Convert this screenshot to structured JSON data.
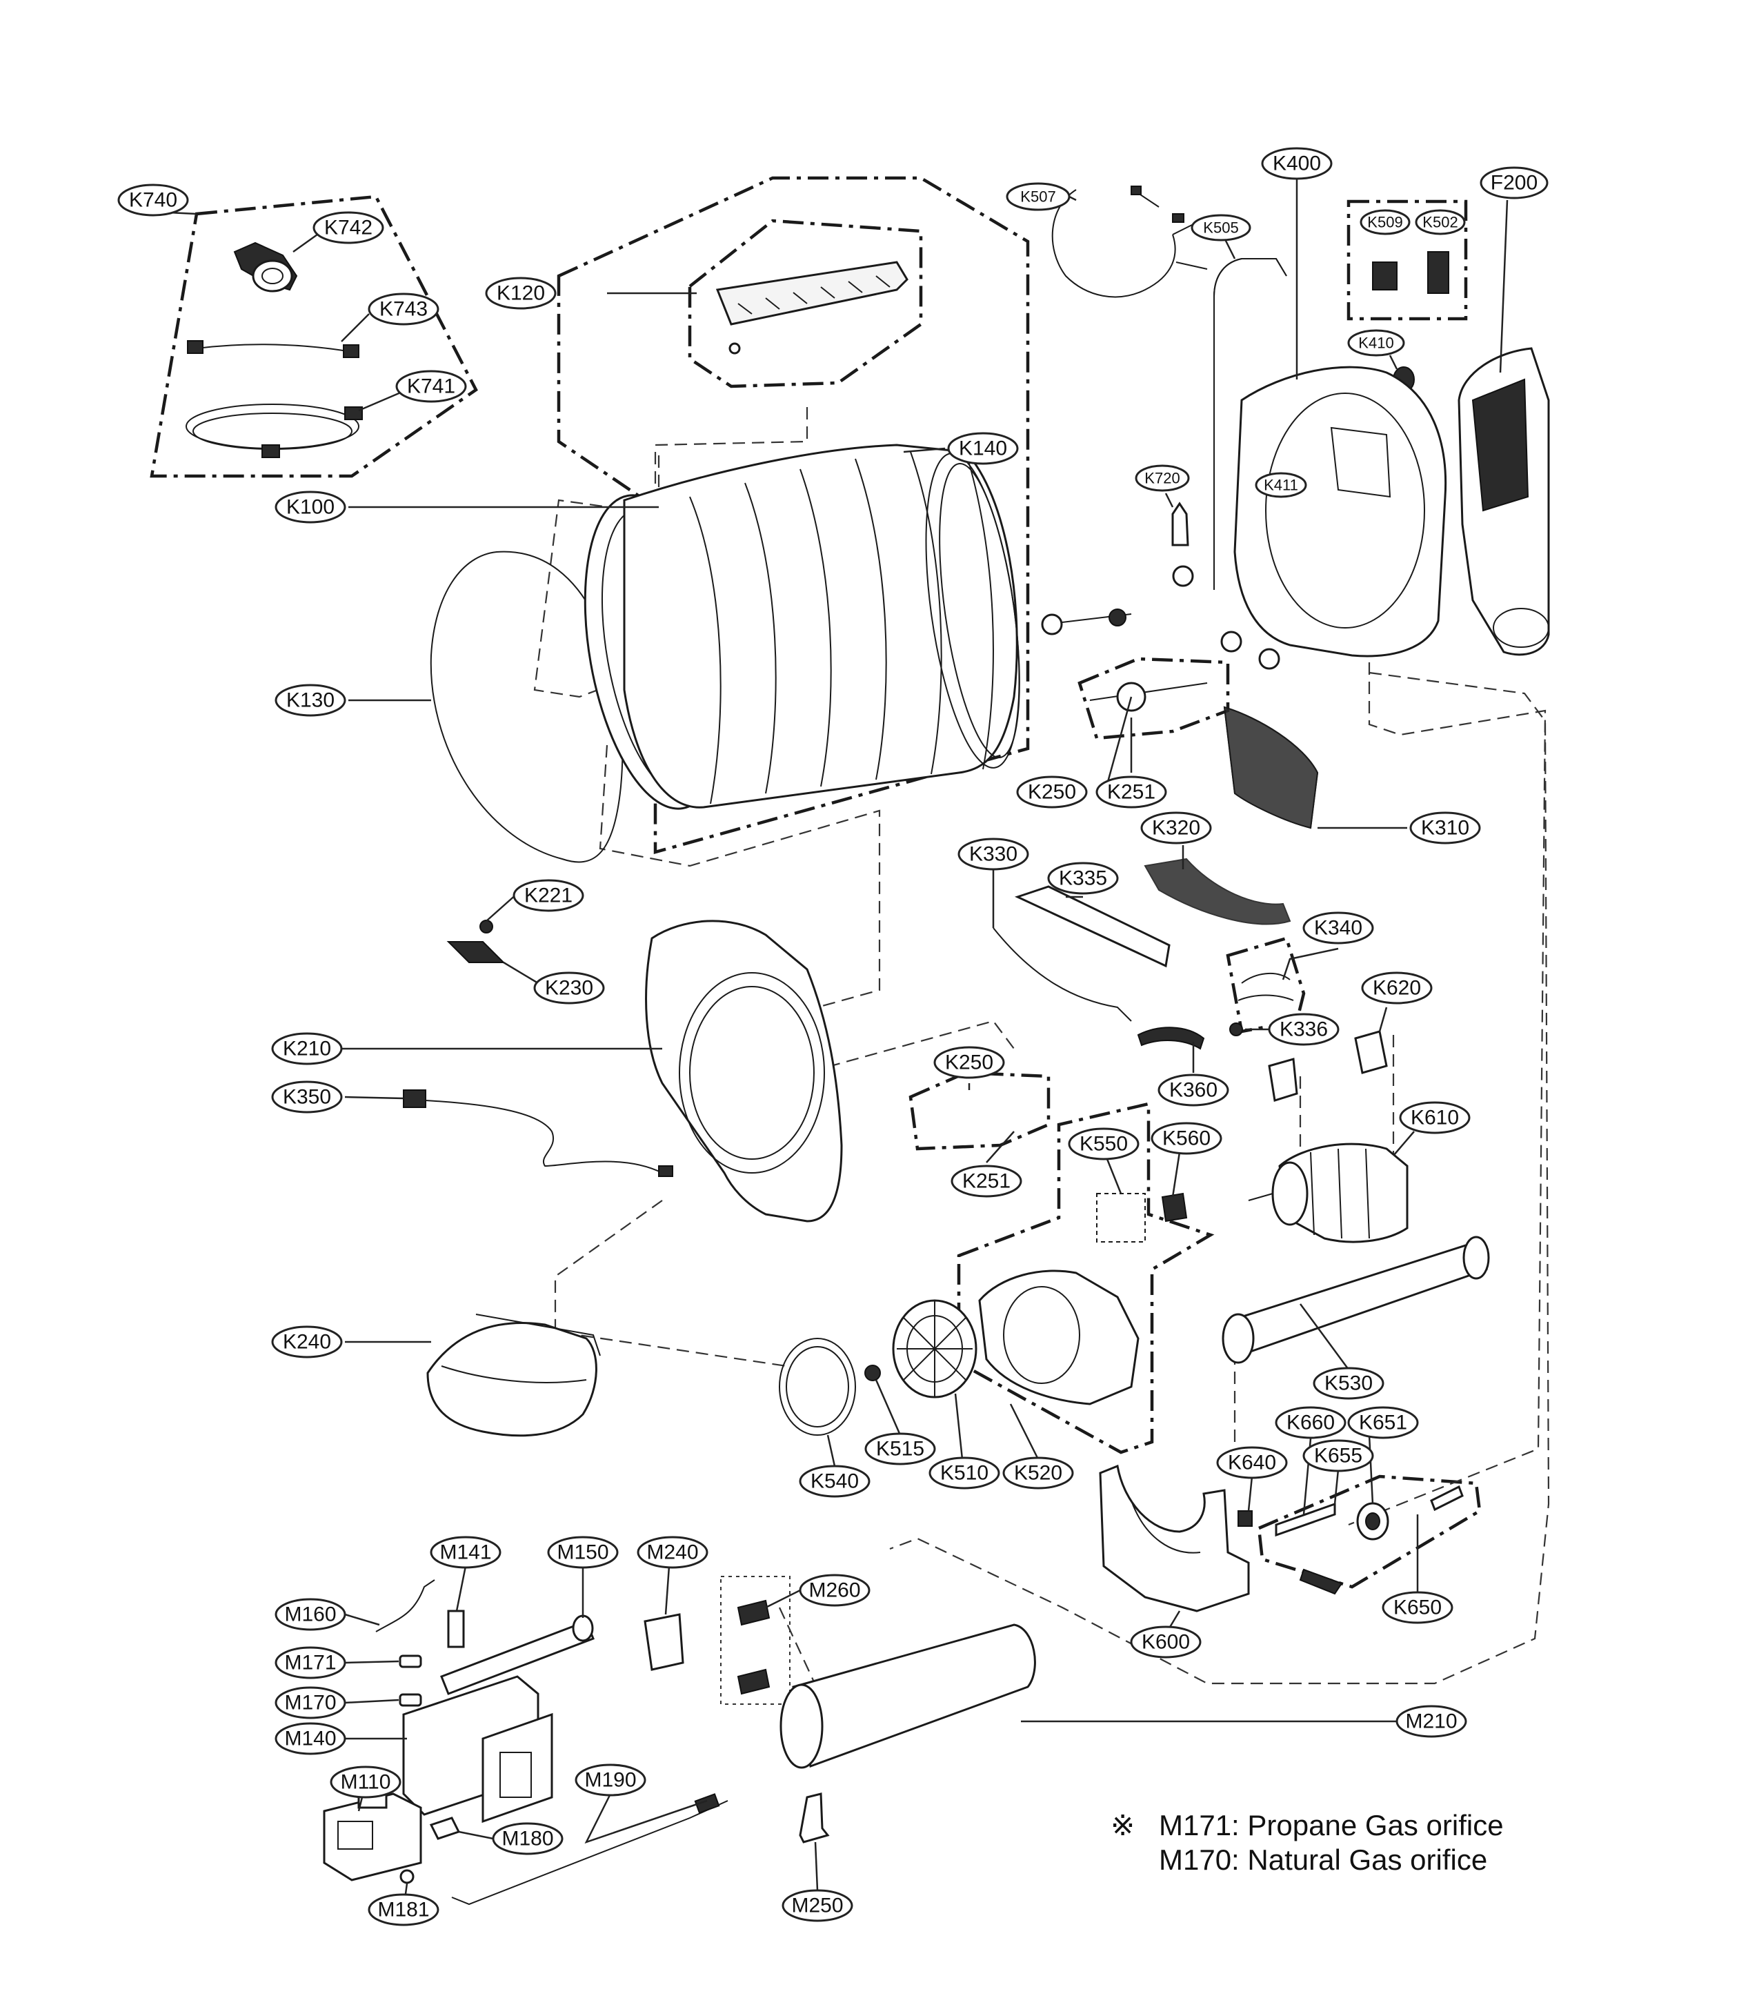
{
  "parts": {
    "K740": "K740",
    "K742": "K742",
    "K743": "K743",
    "K741": "K741",
    "K120": "K120",
    "K100": "K100",
    "K140": "K140",
    "K130": "K130",
    "K507": "K507",
    "K505": "K505",
    "K400": "K400",
    "K509": "K509",
    "K502": "K502",
    "F200": "F200",
    "K410": "K410",
    "K720": "K720",
    "K411": "K411",
    "K250a": "K250",
    "K251a": "K251",
    "K310": "K310",
    "K320": "K320",
    "K330": "K330",
    "K335": "K335",
    "K340": "K340",
    "K221": "K221",
    "K230": "K230",
    "K210": "K210",
    "K620": "K620",
    "K336": "K336",
    "K360": "K360",
    "K250b": "K250",
    "K251b": "K251",
    "K350": "K350",
    "K550": "K550",
    "K560": "K560",
    "K610": "K610",
    "K240": "K240",
    "K530": "K530",
    "K540": "K540",
    "K515": "K515",
    "K510": "K510",
    "K520": "K520",
    "K660": "K660",
    "K651": "K651",
    "K640": "K640",
    "K655": "K655",
    "K650": "K650",
    "K600": "K600",
    "M141": "M141",
    "M150": "M150",
    "M240": "M240",
    "M260": "M260",
    "M160": "M160",
    "M171": "M171",
    "M170": "M170",
    "M140": "M140",
    "M210": "M210",
    "M110": "M110",
    "M190": "M190",
    "M180": "M180",
    "M181": "M181",
    "M250": "M250"
  },
  "note": {
    "symbol": "※",
    "line1": "M171: Propane Gas orifice",
    "line2": "M170: Natural Gas orifice"
  }
}
